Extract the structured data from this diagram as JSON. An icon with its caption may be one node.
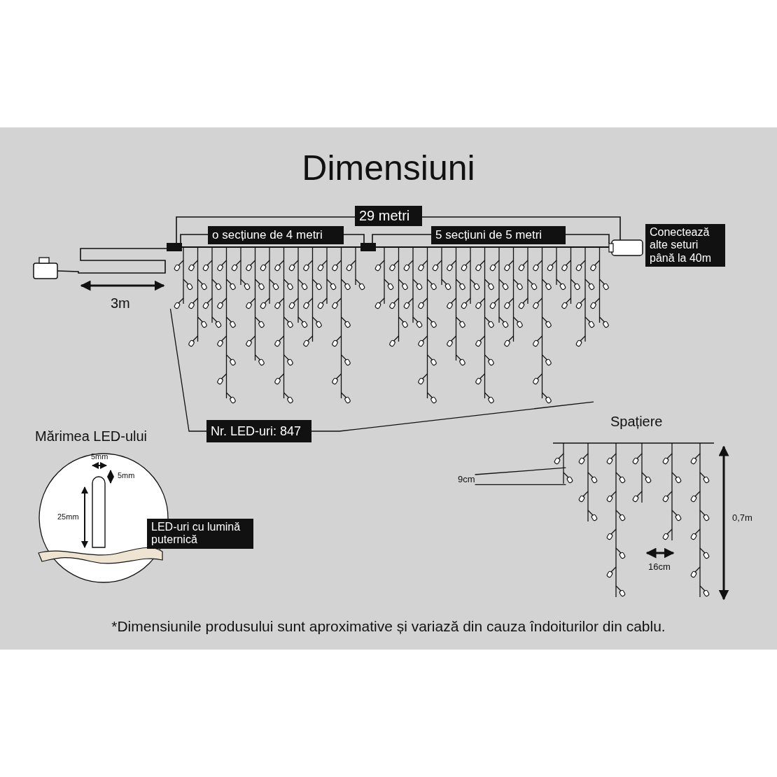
{
  "diagram": {
    "title": "Dimensiuni",
    "caption": "*Dimensiunile produsului sunt aproximative și variază din cauza îndoiturilor din cablu.",
    "nodes": [
      {
        "text": [],
        "shape": "picture"
      },
      {
        "text": [
          "Nr. LED-uri: 847"
        ]
      },
      {
        "text": [],
        "shape": "picture"
      },
      {
        "text": [
          "9cm"
        ]
      }
    ],
    "edges": [
      {
        "from": 1,
        "to": 0,
        "arrow": "none"
      },
      {
        "from": 1,
        "to": 0,
        "arrow": "none"
      },
      {
        "from": 3,
        "to": 2,
        "arrow": "none"
      },
      {
        "from": 3,
        "to": 2,
        "arrow": "none"
      }
    ],
    "labels": [
      "29 metri",
      "o secțiune de 4 metri",
      "5 secțiuni de 5 metri",
      "Conectează alte seturi până la 40m",
      "3m",
      "Mărimea LED-ului",
      "5mm",
      "5mm",
      "25mm",
      "LED-uri cu lumină puternică",
      "Spațiere",
      "16cm",
      "0,7m"
    ]
  }
}
